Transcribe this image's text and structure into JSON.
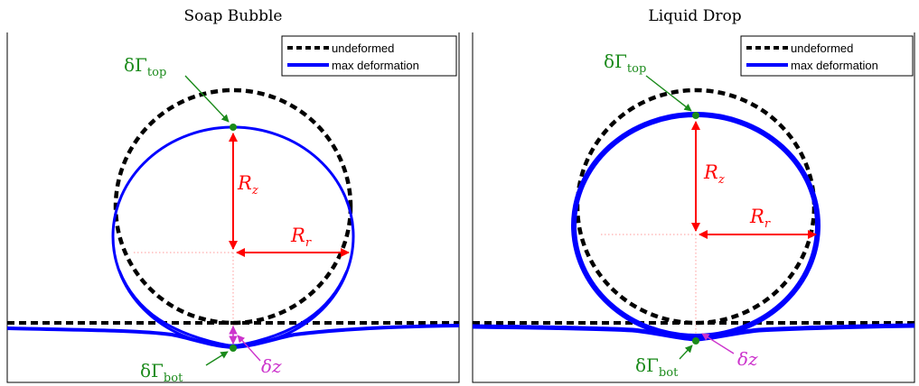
{
  "panels": [
    {
      "title": "Soap Bubble",
      "legend": {
        "undeformed": "undeformed",
        "max_deformation": "max deformation"
      },
      "labels": {
        "gamma_top": "δΓ",
        "gamma_top_sub": "top",
        "gamma_bot": "δΓ",
        "gamma_bot_sub": "bot",
        "rz": "R",
        "rz_sub": "z",
        "rr": "R",
        "rr_sub": "r",
        "dz": "δz"
      }
    },
    {
      "title": "Liquid Drop",
      "legend": {
        "undeformed": "undeformed",
        "max_deformation": "max deformation"
      },
      "labels": {
        "gamma_top": "δΓ",
        "gamma_top_sub": "top",
        "gamma_bot": "δΓ",
        "gamma_bot_sub": "bot",
        "rz": "R",
        "rz_sub": "z",
        "rr": "R",
        "rr_sub": "r",
        "dz": "δz"
      }
    }
  ],
  "colors": {
    "undeformed": "#000000",
    "max_deformation": "#0000ff",
    "radius_arrows": "#ff0000",
    "points": "#1a8a1a",
    "delta_z": "#cc33cc",
    "guides": "#ff9999"
  }
}
